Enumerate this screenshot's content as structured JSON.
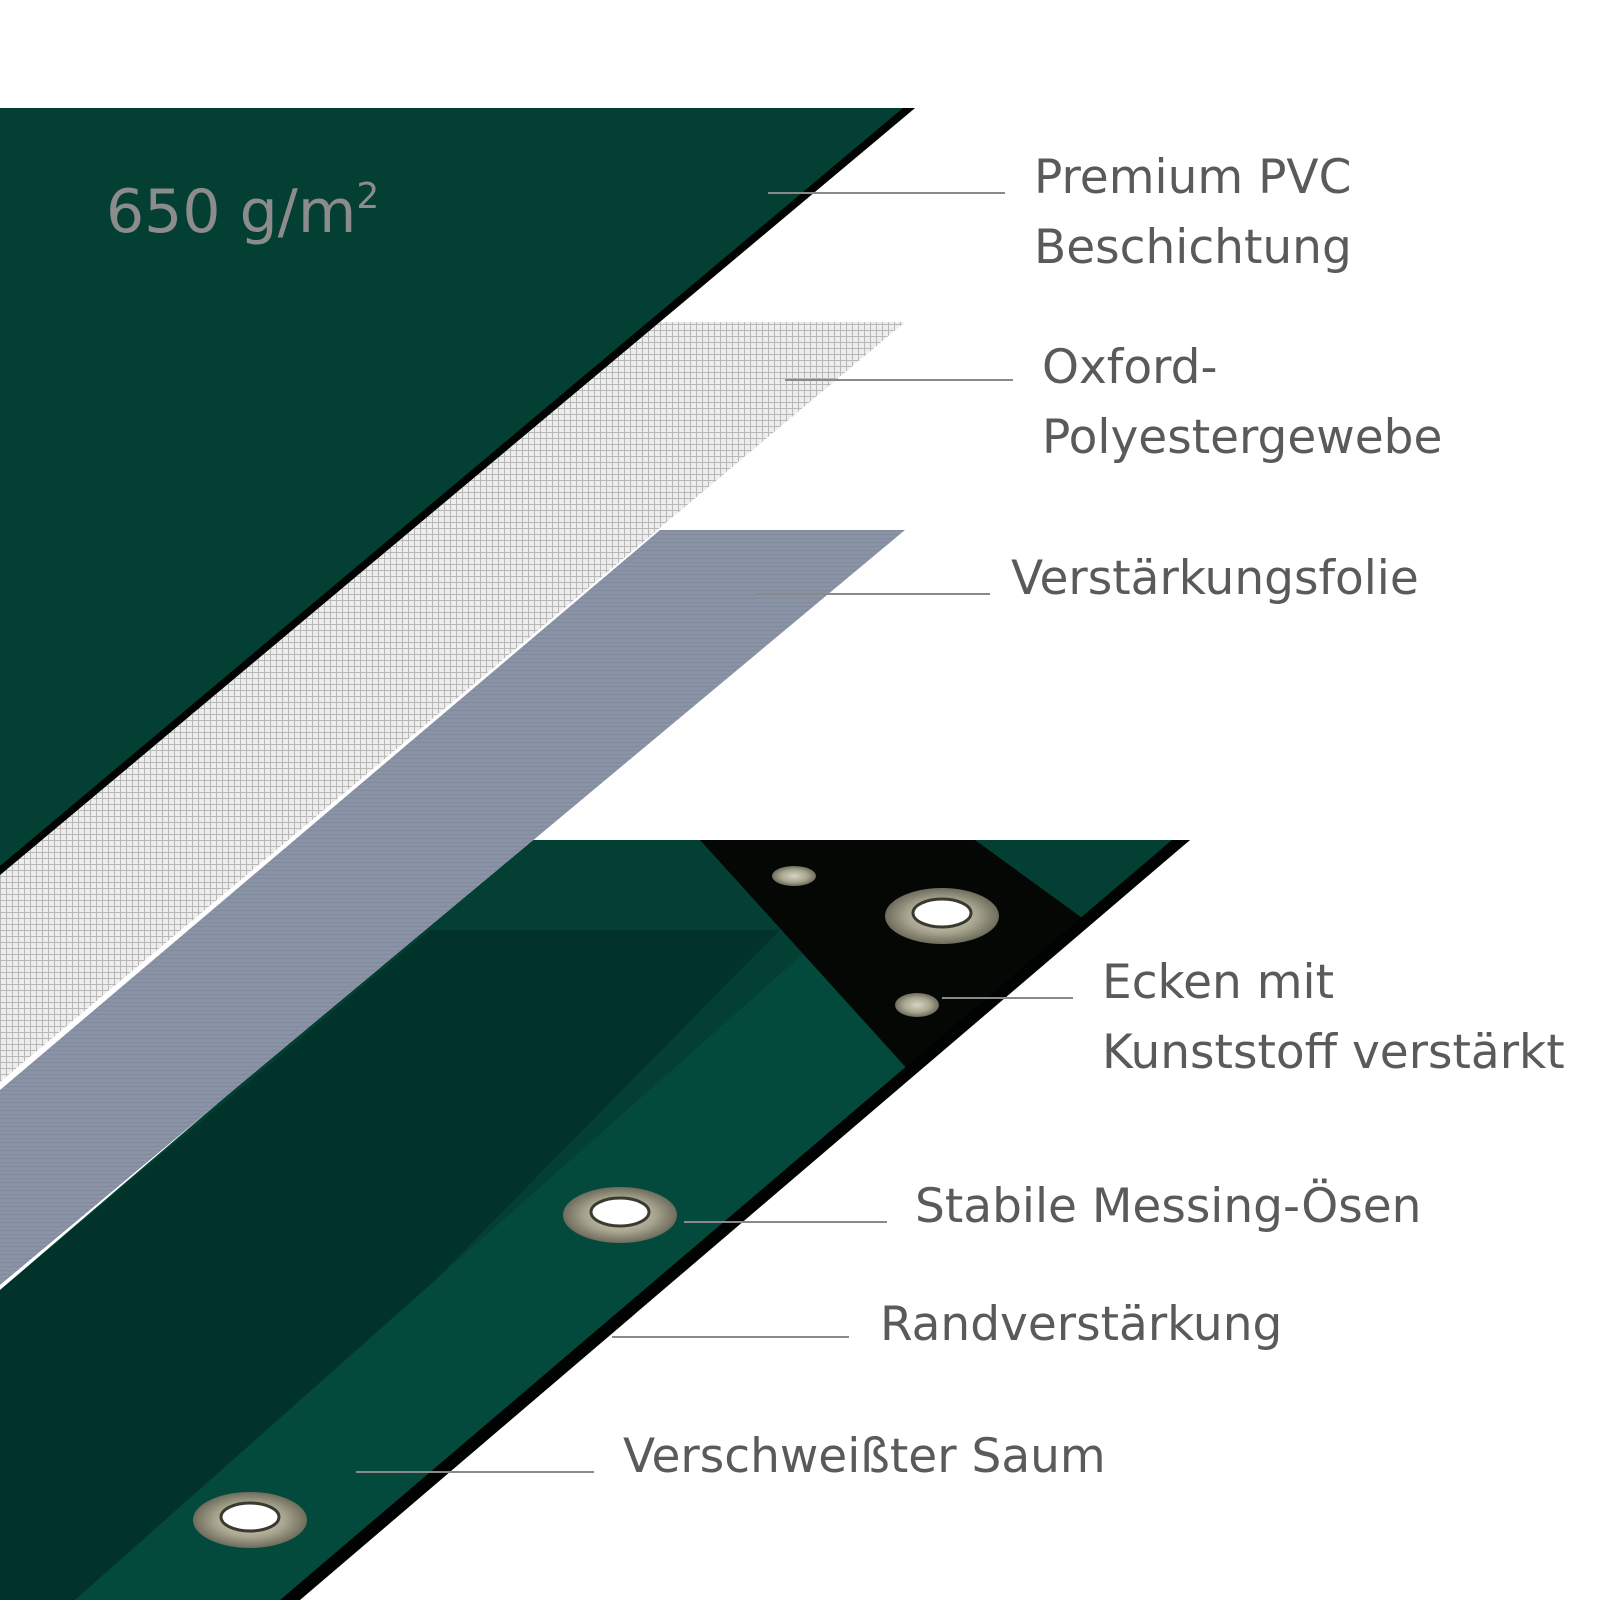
{
  "weight": {
    "value": "650 g/m",
    "superscript": "2"
  },
  "labels": {
    "coating": [
      "Premium PVC",
      "Beschichtung"
    ],
    "fabric": [
      "Oxford-",
      "Polyestergewebe"
    ],
    "foil": [
      "Verstärkungsfolie"
    ],
    "corners": [
      "Ecken mit",
      "Kunststoff verstärkt"
    ],
    "eyelets": [
      "Stabile Messing-Ösen"
    ],
    "edge": [
      "Randverstärkung"
    ],
    "hem": [
      "Verschweißter Saum"
    ]
  },
  "colors": {
    "pvc_green": "#034033",
    "pvc_green_dark": "#02332a",
    "hem_green": "#044a3c",
    "corner_black": "#050705",
    "fabric_gray": "#e0e0e0",
    "foil_blue": "#8a93a6",
    "brass": "#a7a48f"
  },
  "icons": [
    "grommet-icon",
    "rivet-icon"
  ]
}
